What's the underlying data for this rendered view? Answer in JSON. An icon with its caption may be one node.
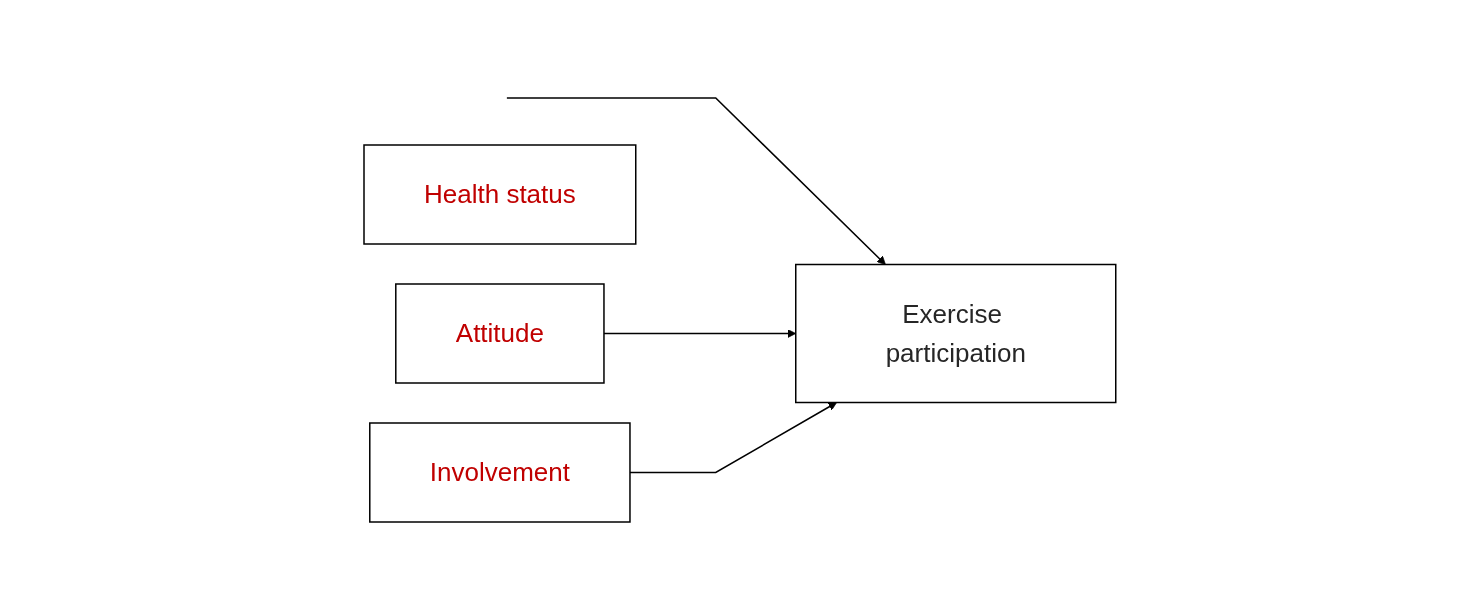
{
  "diagram": {
    "nodes": [
      {
        "text": [
          "Health status"
        ]
      },
      {
        "text": [
          "Attitude"
        ]
      },
      {
        "text": [
          "Involvement"
        ]
      },
      {
        "text": [
          "Exercise participation"
        ]
      }
    ],
    "edges": [
      {
        "from": null,
        "to": 3,
        "arrow": "to"
      },
      {
        "from": 1,
        "to": 3,
        "arrow": "to"
      },
      {
        "from": 2,
        "to": 3,
        "arrow": "to"
      }
    ]
  }
}
